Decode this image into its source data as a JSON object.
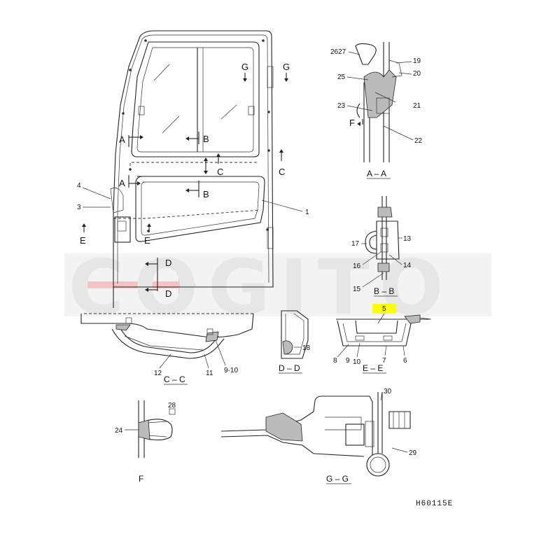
{
  "watermark": "COGITO",
  "drawing_code": "H60115E",
  "highlight_color": "#ffff00",
  "watermark_arrow_color": "#f4c4c4",
  "section_marks": {
    "A": "A",
    "B": "B",
    "C": "C",
    "D": "D",
    "E": "E",
    "G": "G"
  },
  "section_titles": {
    "aa": "A – A",
    "bb": "B – B",
    "cc": "C – C",
    "dd": "D – D",
    "ee": "E – E",
    "f": "F",
    "gg": "G – G"
  },
  "callouts": {
    "door": {
      "n1": "1",
      "n3": "3",
      "n4": "4"
    },
    "aa": {
      "n2627": "2627",
      "n19": "19",
      "n20": "20",
      "n25": "25",
      "n21": "21",
      "n23": "23",
      "n22": "22",
      "f": "F"
    },
    "bb": {
      "n17": "17",
      "n13": "13",
      "n16": "16",
      "n14": "14",
      "n15": "15"
    },
    "cc": {
      "n12": "12",
      "n11": "11",
      "n910": "9-10"
    },
    "dd": {
      "n18": "18"
    },
    "ee": {
      "n5": "5",
      "n8": "8",
      "n9": "9",
      "n10": "10",
      "n7": "7",
      "n6": "6"
    },
    "f": {
      "n24": "24",
      "n28": "28"
    },
    "gg": {
      "n30": "30",
      "n29": "29"
    }
  }
}
